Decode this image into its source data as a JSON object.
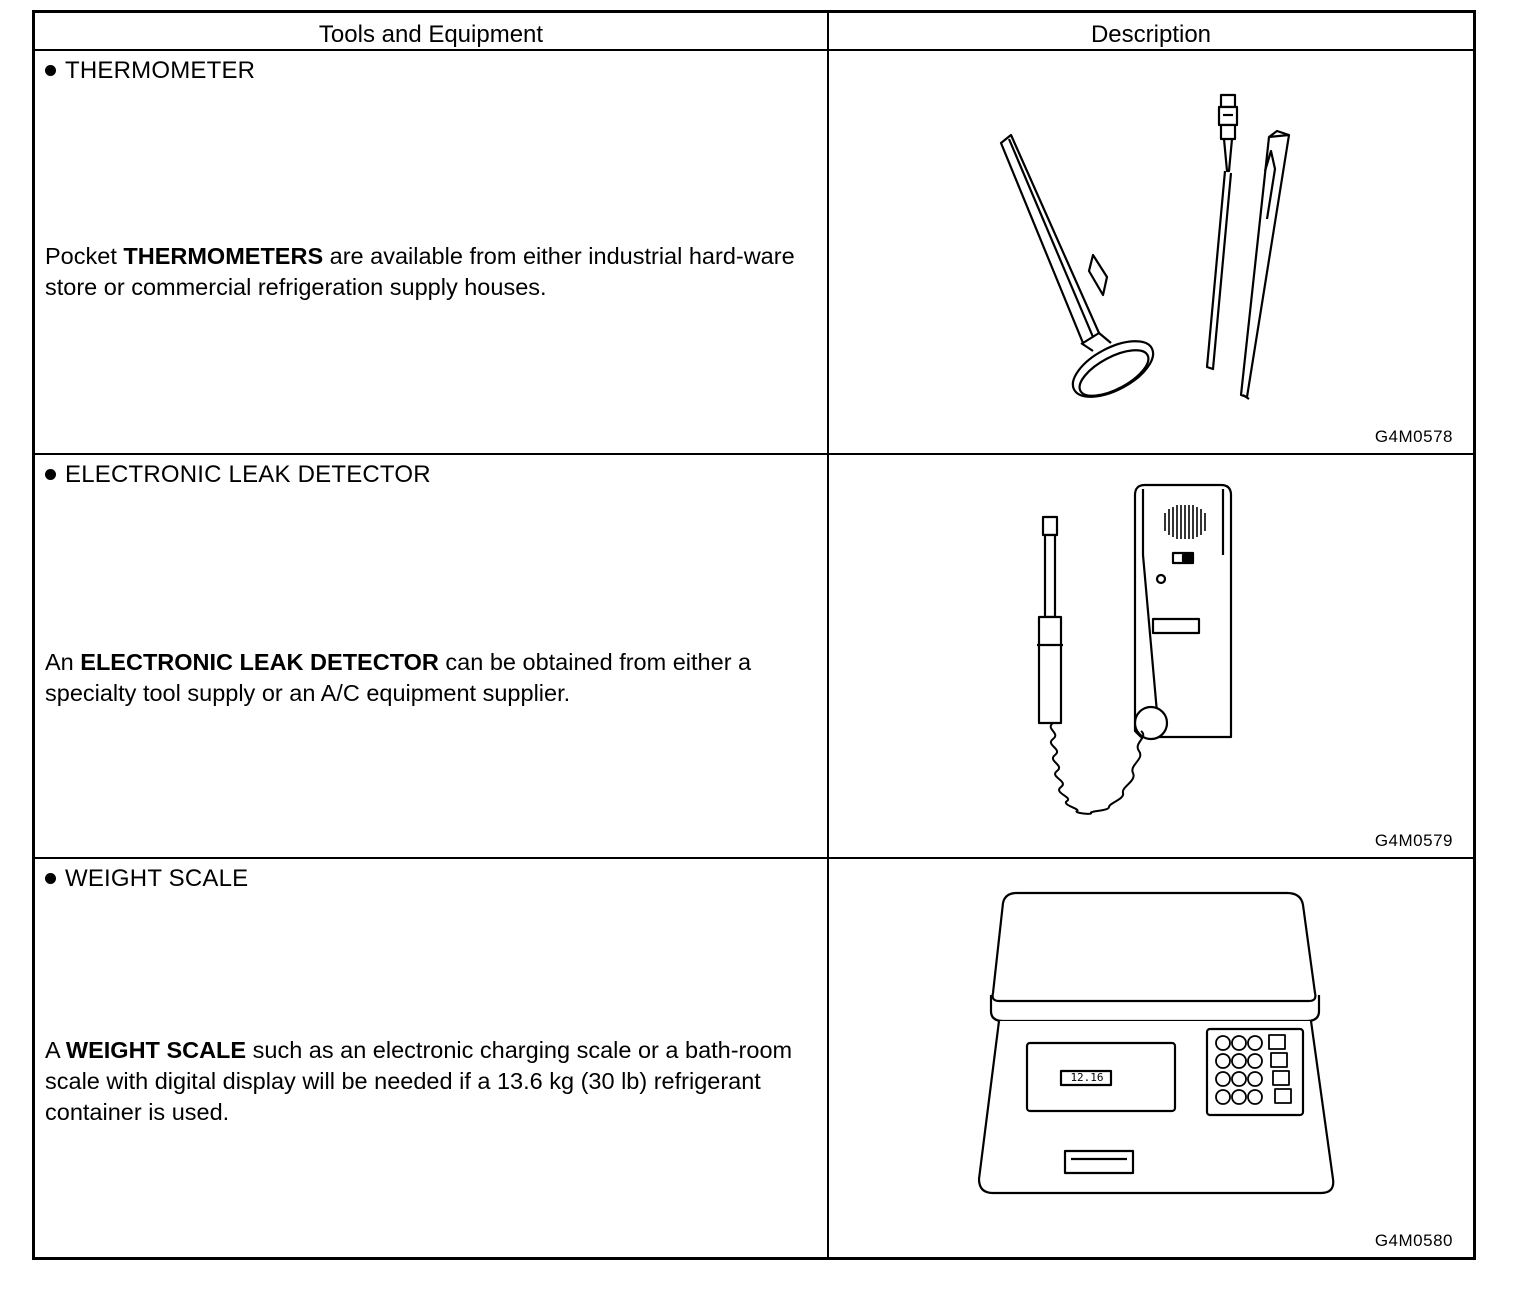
{
  "table": {
    "header": {
      "col1": "Tools and Equipment",
      "col2": "Description"
    },
    "rows": [
      {
        "title": "THERMOMETER",
        "desc_pre": "Pocket ",
        "desc_bold": "THERMOMETERS",
        "desc_post": " are available from either industrial hard-ware store or commercial refrigeration supply houses.",
        "figure_icon": "pocket-thermometers-illustration",
        "figure_code": "G4M0578"
      },
      {
        "title": "ELECTRONIC LEAK DETECTOR",
        "desc_pre": "An ",
        "desc_bold": "ELECTRONIC LEAK DETECTOR",
        "desc_post": " can be obtained from either a specialty tool supply or an A/C equipment supplier.",
        "figure_icon": "electronic-leak-detector-illustration",
        "figure_code": "G4M0579"
      },
      {
        "title": "WEIGHT SCALE",
        "desc_pre": "A ",
        "desc_bold": "WEIGHT SCALE",
        "desc_post": " such as an electronic charging scale or a bath-room scale with digital display will be needed if a 13.6 kg (30 lb) refrigerant container is used.",
        "figure_icon": "electronic-weight-scale-illustration",
        "figure_code": "G4M0580",
        "display_reading": "12.16"
      }
    ]
  }
}
